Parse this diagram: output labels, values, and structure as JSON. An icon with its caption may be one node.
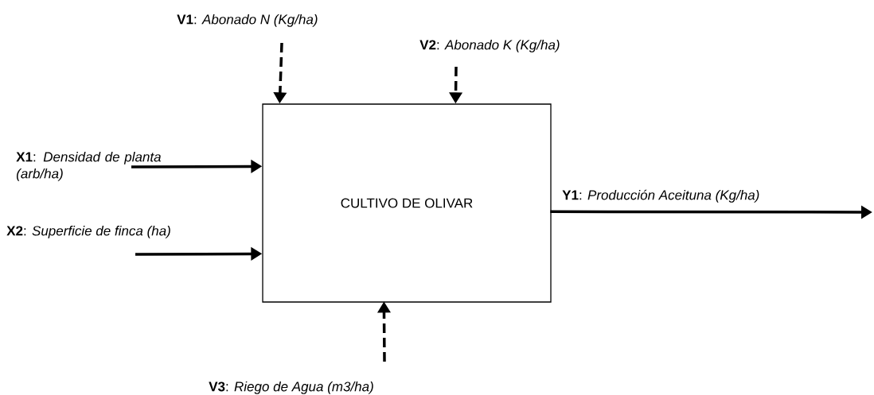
{
  "diagram": {
    "nodes": [
      {
        "text": [
          "CULTIVO DE OLIVAR"
        ]
      },
      {
        "text": [
          "**V1**: *Abonado N (Kg/ha)*"
        ]
      },
      {
        "text": [
          "**V2**: *Abonado K (Kg/ha)*"
        ]
      },
      {
        "text": [
          "**X1**: *Densidad de planta (arb/ha)*"
        ]
      },
      {
        "text": [
          "**X2**: *Superficie de finca (ha)*"
        ]
      },
      {
        "text": [
          "**V3**: *Riego de Agua (m3/ha)*"
        ]
      }
    ],
    "edges": [
      {
        "from": 1,
        "to": 0,
        "arrow": "to",
        "style": "dashed"
      },
      {
        "from": 2,
        "to": 0,
        "arrow": "to",
        "style": "dashed"
      },
      {
        "from": 3,
        "to": 0,
        "arrow": "to"
      },
      {
        "from": 4,
        "to": 0,
        "arrow": "to"
      },
      {
        "from": 5,
        "to": 0,
        "arrow": "to",
        "style": "dashed"
      },
      {
        "from": 0,
        "to": null,
        "arrow": "to",
        "label": "**Y1**: *Producción Aceituna (Kg/ha)*"
      }
    ]
  }
}
